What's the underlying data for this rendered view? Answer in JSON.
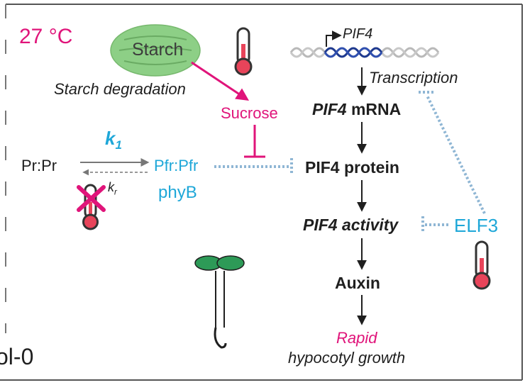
{
  "temperature": "27 °C",
  "plant_line": "ol-0",
  "starch": "Starch",
  "starch_degradation": "Starch degradation",
  "sucrose": "Sucrose",
  "phytochrome": {
    "inactive": "Pr:Pr",
    "active": "Pfr:Pfr",
    "name": "phyB",
    "forward_rate": "k1",
    "reverse_rate": "kr"
  },
  "pif4_gene": "PIF4",
  "transcription": "Transcription",
  "pif4_mrna": {
    "gene": "PIF4",
    "suffix": " mRNA"
  },
  "pif4_protein": "PIF4 protein",
  "pif4_activity": "PIF4 activity",
  "elf3": "ELF3",
  "auxin": "Auxin",
  "rapid": "Rapid",
  "outcome": "hypocotyl growth",
  "colors": {
    "temperature_text": "#e0147a",
    "light_side_text": "#1ea7d8",
    "inhibition_dotted": "#8fb6d4",
    "starch_granule": "#8dcf86",
    "seedling_leaf": "#2d9a57",
    "thermometer_bulb": "#e8445a"
  },
  "icons": [
    "thermometer-icon",
    "dna-icon",
    "seedling-icon",
    "starch-granule-icon"
  ]
}
